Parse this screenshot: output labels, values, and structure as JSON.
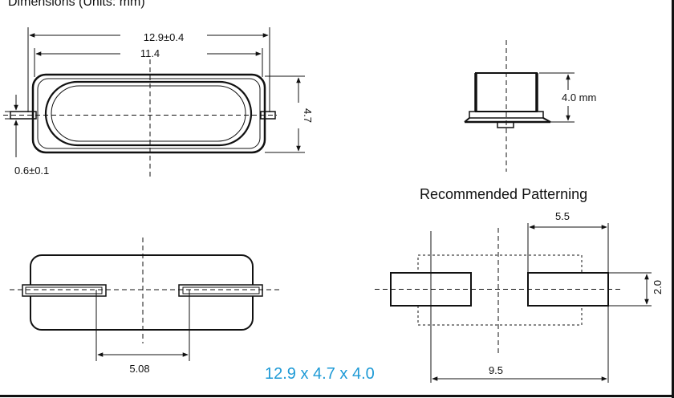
{
  "header": {
    "title": "Dimensions (Units: mm)"
  },
  "top_view": {
    "overall_length": "12.9±0.4",
    "body_length": "11.4",
    "height": "4.7",
    "lead_thickness": "0.6±0.1"
  },
  "side_view": {
    "height": "4.0 mm"
  },
  "bottom_view": {
    "lead_spacing": "5.08"
  },
  "patterning": {
    "title": "Recommended Patterning",
    "pad_length": "5.5",
    "pad_width": "2.0",
    "overall_span": "9.5"
  },
  "footer": {
    "size_summary": "12.9 x 4.7 x 4.0"
  },
  "colors": {
    "ink": "#111111",
    "summary_text": "#1e9ad6",
    "background": "#ffffff"
  }
}
